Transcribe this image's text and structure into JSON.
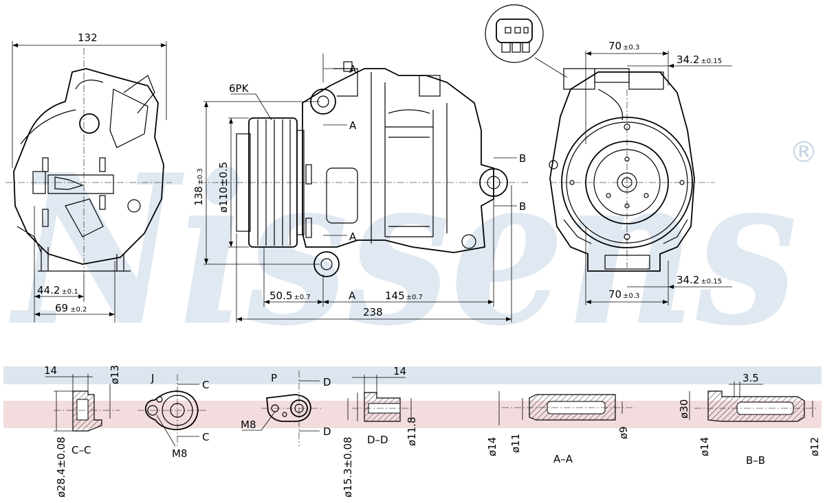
{
  "watermark": {
    "brand": "Nissens",
    "registered_mark": "®"
  },
  "band_colors": {
    "blue": "#dde6ef",
    "red": "#f3dcdd"
  },
  "dims": {
    "width_132": "132",
    "d_44_2": "44.2",
    "d_44_2_tol": "±0.1",
    "d_69": "69",
    "d_69_tol": "±0.2",
    "belt": "6PK",
    "h_138": "138",
    "h_138_tol": "±0.3",
    "pulley_d": "ø110±0.5",
    "d_50_5": "50.5",
    "d_50_5_tol": "±0.7",
    "d_145": "145",
    "d_145_tol": "±0.7",
    "len_238": "238",
    "d_70_top": "70",
    "d_70_top_tol": "±0.3",
    "d_34_2_top": "34.2",
    "d_34_2_top_tol": "±0.15",
    "d_70_bot": "70",
    "d_70_bot_tol": "±0.3",
    "d_34_2_bot": "34.2",
    "d_34_2_bot_tol": "±0.15"
  },
  "section_marks": {
    "a": "A",
    "b": "B",
    "c": "C",
    "d": "D",
    "j": "J",
    "p": "P"
  },
  "details": {
    "cc": {
      "w14": "14",
      "d13": "ø13",
      "d28": "ø28.4±0.08",
      "caption": "C–C"
    },
    "j": {
      "m8": "M8"
    },
    "p": {
      "m8": "M8",
      "d15": "ø15.3±0.08"
    },
    "dd": {
      "w14": "14",
      "d11_8": "ø11.8",
      "caption": "D–D"
    },
    "aa": {
      "d14": "ø14",
      "d11": "ø11",
      "d9": "ø9",
      "caption": "A–A"
    },
    "bb": {
      "w3_5": "3.5",
      "d30": "ø30",
      "d14": "ø14",
      "d12": "ø12",
      "caption": "B–B"
    }
  }
}
